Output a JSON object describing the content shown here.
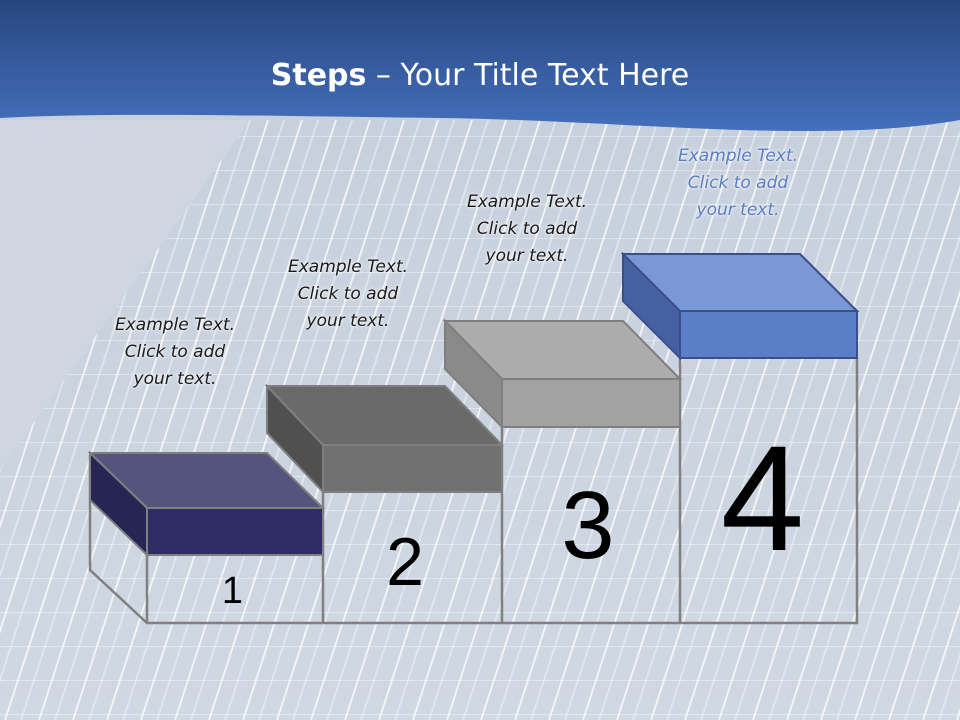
{
  "slide": {
    "title_bold": "Steps",
    "title_rest": " – Your Title Text Here"
  },
  "steps": [
    {
      "number": "1",
      "caption": [
        "Example Text.",
        "Click  to add",
        "your text."
      ],
      "color": "#2e2d63"
    },
    {
      "number": "2",
      "caption": [
        "Example Text.",
        "Click  to add",
        "your text."
      ],
      "color": "#6e6e6e"
    },
    {
      "number": "3",
      "caption": [
        "Example Text.",
        "Click  to add",
        "your text."
      ],
      "color": "#9a9a9a"
    },
    {
      "number": "4",
      "caption": [
        "Example Text.",
        "Click  to add",
        "your text."
      ],
      "color": "#5b7ec9"
    }
  ],
  "colors": {
    "header": "#3a62ad",
    "background": "#d4dbe6",
    "accent_caption": "#5a7dc4"
  }
}
